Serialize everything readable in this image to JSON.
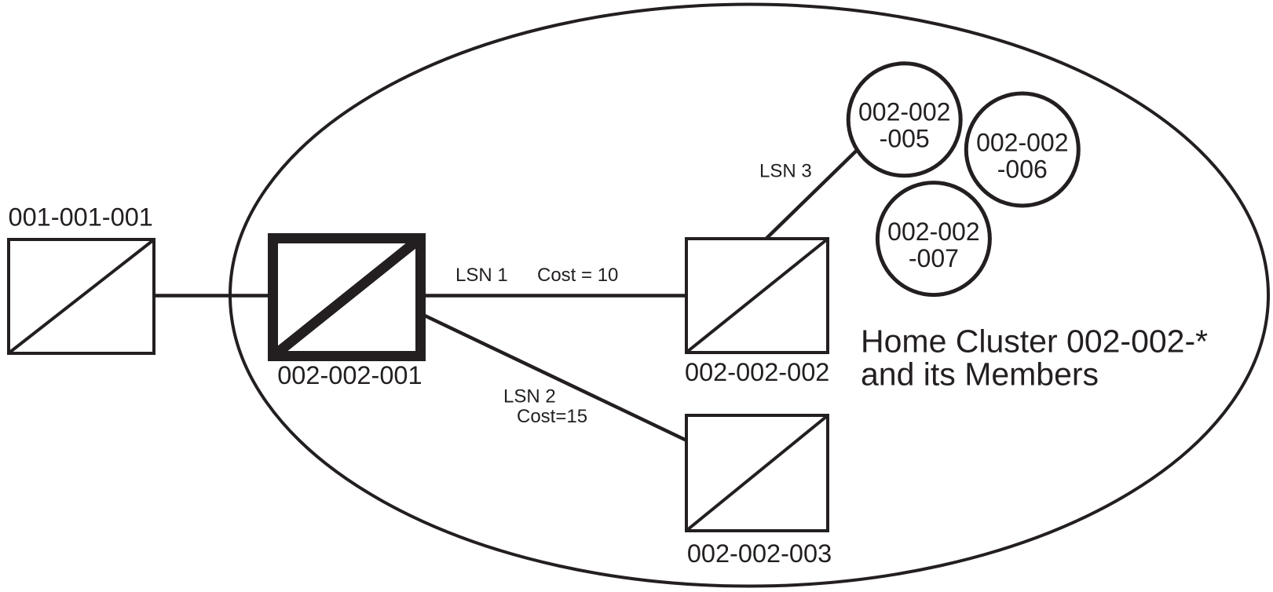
{
  "colors": {
    "ink": "#231f20",
    "background": "#ffffff"
  },
  "title": {
    "line1": "Home Cluster 002-002-*",
    "line2": "and its Members"
  },
  "external_node": {
    "label": "001-001-001"
  },
  "cluster_nodes": [
    {
      "id": "002-002-001",
      "label": "002-002-001",
      "emphasized": true
    },
    {
      "id": "002-002-002",
      "label": "002-002-002",
      "emphasized": false
    },
    {
      "id": "002-002-003",
      "label": "002-002-003",
      "emphasized": false
    }
  ],
  "member_circles": [
    {
      "line1": "002-002",
      "line2": "-005"
    },
    {
      "line1": "002-002",
      "line2": "-006"
    },
    {
      "line1": "002-002",
      "line2": "-007"
    }
  ],
  "links": [
    {
      "label": "LSN 1",
      "cost": "Cost = 10",
      "from": "002-002-001",
      "to": "002-002-002"
    },
    {
      "label": "LSN 2",
      "cost": "Cost=15",
      "from": "002-002-001",
      "to": "002-002-003"
    },
    {
      "label": "LSN 3",
      "cost": "",
      "from": "002-002-002",
      "to": "002-002-005"
    }
  ]
}
